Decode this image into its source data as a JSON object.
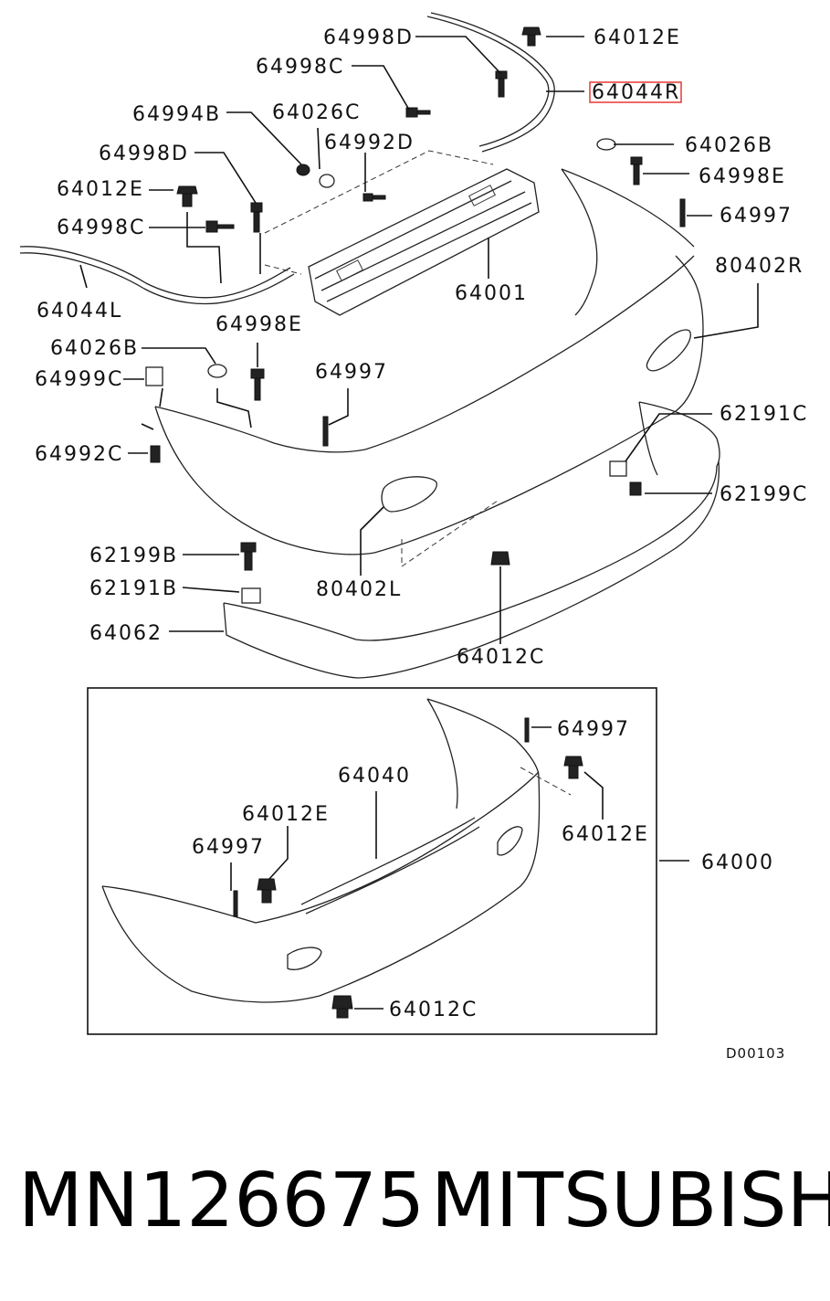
{
  "callouts": {
    "c64998D_top": "64998D",
    "c64012E_top": "64012E",
    "c64998C_top": "64998C",
    "c64044R": "64044R",
    "c64994B": "64994B",
    "c64026C": "64026C",
    "c64992D": "64992D",
    "c64026B_r": "64026B",
    "c64998D_l": "64998D",
    "c64998E_r": "64998E",
    "c64012E_l": "64012E",
    "c64997_r": "64997",
    "c64998C_l": "64998C",
    "c80402R": "80402R",
    "c64044L": "64044L",
    "c64001": "64001",
    "c64998E_l": "64998E",
    "c64026B_l": "64026B",
    "c64999C": "64999C",
    "c64997_m": "64997",
    "c62191C": "62191C",
    "c64992C": "64992C",
    "c62199C": "62199C",
    "c62199B": "62199B",
    "c80402L": "80402L",
    "c62191B": "62191B",
    "c64062": "64062",
    "c64012C": "64012C",
    "i64997_a": "64997",
    "i64040": "64040",
    "i64012E_a": "64012E",
    "i64012E_b": "64012E",
    "i64997_b": "64997",
    "i64000": "64000",
    "i64012C": "64012C"
  },
  "diagram_code": "D00103",
  "footer": {
    "part_number": "MN126675",
    "brand": "MITSUBISHI"
  },
  "colors": {
    "ink": "#111111",
    "highlight": "#e53935"
  }
}
